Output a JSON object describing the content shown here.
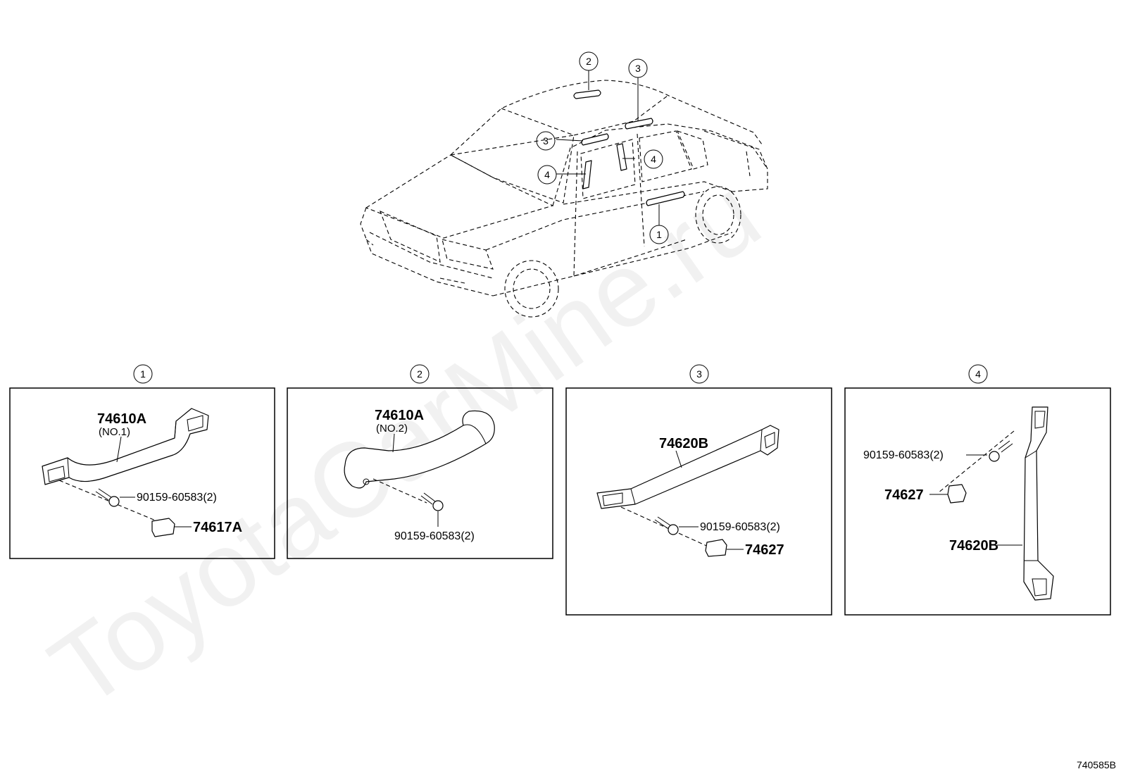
{
  "watermark": "ToyotaCarMine.ru",
  "diagram_code": "740585B",
  "overview_callouts": [
    "1",
    "2",
    "3",
    "3",
    "4",
    "4"
  ],
  "panels": [
    {
      "number": "1",
      "part_number": "74610A",
      "sub_label": "(NO.1)",
      "bolt": "90159-60583(2)",
      "cap": "74617A"
    },
    {
      "number": "2",
      "part_number": "74610A",
      "sub_label": "(NO.2)",
      "bolt": "90159-60583(2)"
    },
    {
      "number": "3",
      "part_number": "74620B",
      "bolt": "90159-60583(2)",
      "cap": "74627"
    },
    {
      "number": "4",
      "part_number": "74620B",
      "bolt": "90159-60583(2)",
      "cap": "74627"
    }
  ]
}
